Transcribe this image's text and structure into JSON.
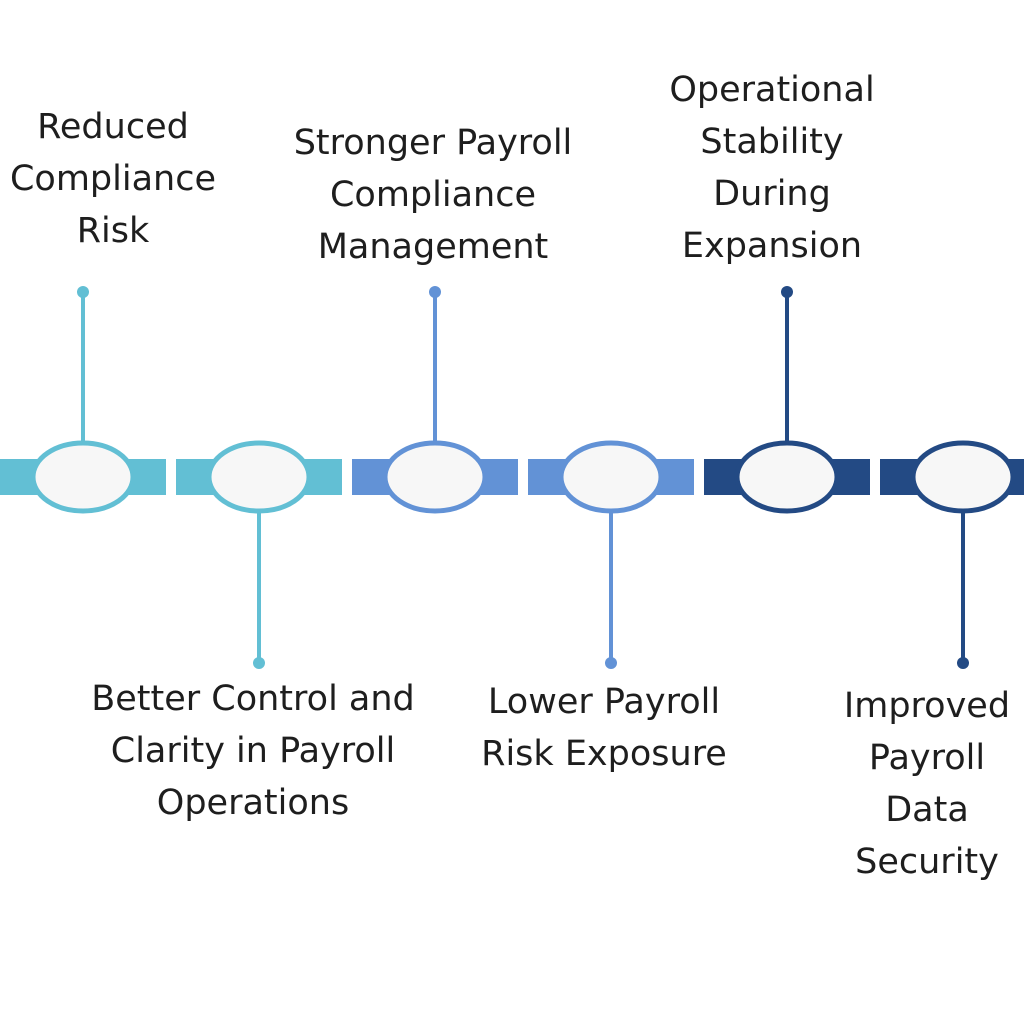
{
  "colors": {
    "light": "#62bfd4",
    "mid": "#6292d6",
    "dark": "#234a84",
    "node_fill": "#f7f7f7",
    "text": "#1e1e1e"
  },
  "milestones": [
    {
      "label": "Reduced\nCompliance\nRisk",
      "position": "top",
      "color": "light"
    },
    {
      "label": "Better Control and\nClarity in Payroll\nOperations",
      "position": "bottom",
      "color": "light"
    },
    {
      "label": "Stronger Payroll\nCompliance\nManagement",
      "position": "top",
      "color": "mid"
    },
    {
      "label": "Lower Payroll\nRisk Exposure",
      "position": "bottom",
      "color": "mid"
    },
    {
      "label": "Operational\nStability\nDuring\nExpansion",
      "position": "top",
      "color": "dark"
    },
    {
      "label": "Improved\nPayroll\nData\nSecurity",
      "position": "bottom",
      "color": "dark"
    }
  ]
}
